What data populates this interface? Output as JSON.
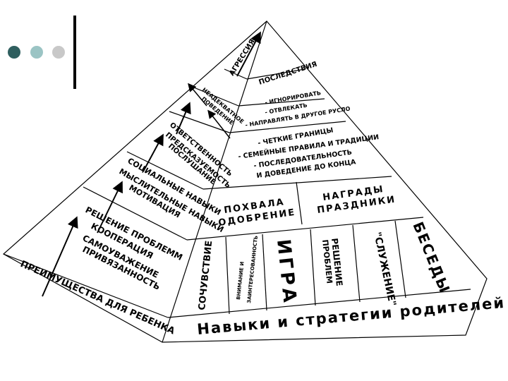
{
  "decor": {
    "dot_colors": [
      "#2f5f5f",
      "#9bc4c4",
      "#c8c8c8"
    ]
  },
  "pyramid": {
    "base_title": "Навыки и стратегии родителей",
    "left_labels": {
      "benefits": "ПРЕИМУЩЕСТВА ДЛЯ РЕБЕНКА",
      "level1": [
        "РЕШЕНИЕ ПРОБЛЕММ",
        "КООПЕРАЦИЯ",
        "САМОУВАЖЕНИЕ",
        "ПРИВЯЗАННОСТЬ"
      ],
      "level2": [
        "СОЦИАЛЬНЫЕ НАВЫКИ",
        "МЫСЛИТЕЛЬНЫЕ НАВЫКИ",
        "МОТИВАЦИЯ"
      ],
      "level3": [
        "ОТВЕТСТВЕННОСТЬ",
        "ПРЕДСКАЗУЕМОСТЬ",
        "ПОСЛУШАНИЕ"
      ],
      "level4": [
        "НЕАДЕКВАТНОЕ",
        "ПОВЕДЕНИЕ"
      ],
      "level5": "АГРЕССИЯ"
    },
    "bottom_cells": [
      "СОЧУВСТВИЕ",
      "ВНИМАНИЕ И",
      "ЗАИНТЕРЕСОВАННОСТЬ",
      "ИГРА",
      "РЕШЕНИЕ",
      "ПРОБЛЕМ",
      "\"СЛУЖЕНИЕ\"",
      "БЕСЕДЫ"
    ],
    "praise": [
      "ПОХВАЛА",
      "ОДОБРЕНИЕ"
    ],
    "rewards": [
      "НАГРАДЫ",
      "ПРАЗДНИКИ"
    ],
    "limits": [
      "- ЧЕТКИЕ ГРАНИЦЫ",
      "- СЕМЕЙНЫЕ ПРАВИЛА И ТРАДИЦИИ",
      "- ПОСЛЕДОВАТЕЛЬНОСТЬ",
      "И ДОВЕДЕНИЕ ДО КОНЦА"
    ],
    "responses": [
      "- ИГНОРИРОВАТЬ",
      "- ОТВЛЕКАТЬ",
      "- НАПРАВЛЯТЬ В ДРУГОЕ РУСЛО"
    ],
    "consequences": "ПОСЛЕДСТВИЯ"
  }
}
